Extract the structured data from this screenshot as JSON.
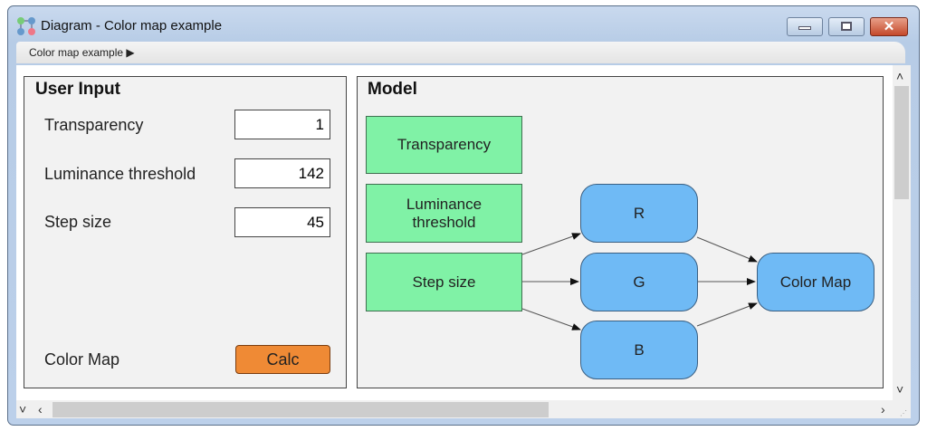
{
  "window": {
    "title": "Diagram - Color map example",
    "breadcrumb": "Color map example",
    "breadcrumb_arrow": "▶",
    "buttons": [
      "minimize",
      "maximize",
      "close"
    ]
  },
  "user_input": {
    "heading": "User Input",
    "fields": [
      {
        "label": "Transparency",
        "value": "1"
      },
      {
        "label": "Luminance threshold",
        "value": "142"
      },
      {
        "label": "Step size",
        "value": "45"
      }
    ],
    "color_map_label": "Color Map",
    "calc_label": "Calc"
  },
  "model": {
    "heading": "Model",
    "inputs": [
      "Transparency",
      "Luminance threshold",
      "Step size"
    ],
    "channels": [
      "R",
      "G",
      "B"
    ],
    "output": "Color Map"
  },
  "colors": {
    "input_node": "#80f2a6",
    "process_node": "#6fbaf5",
    "calc_button": "#ef8a35"
  }
}
